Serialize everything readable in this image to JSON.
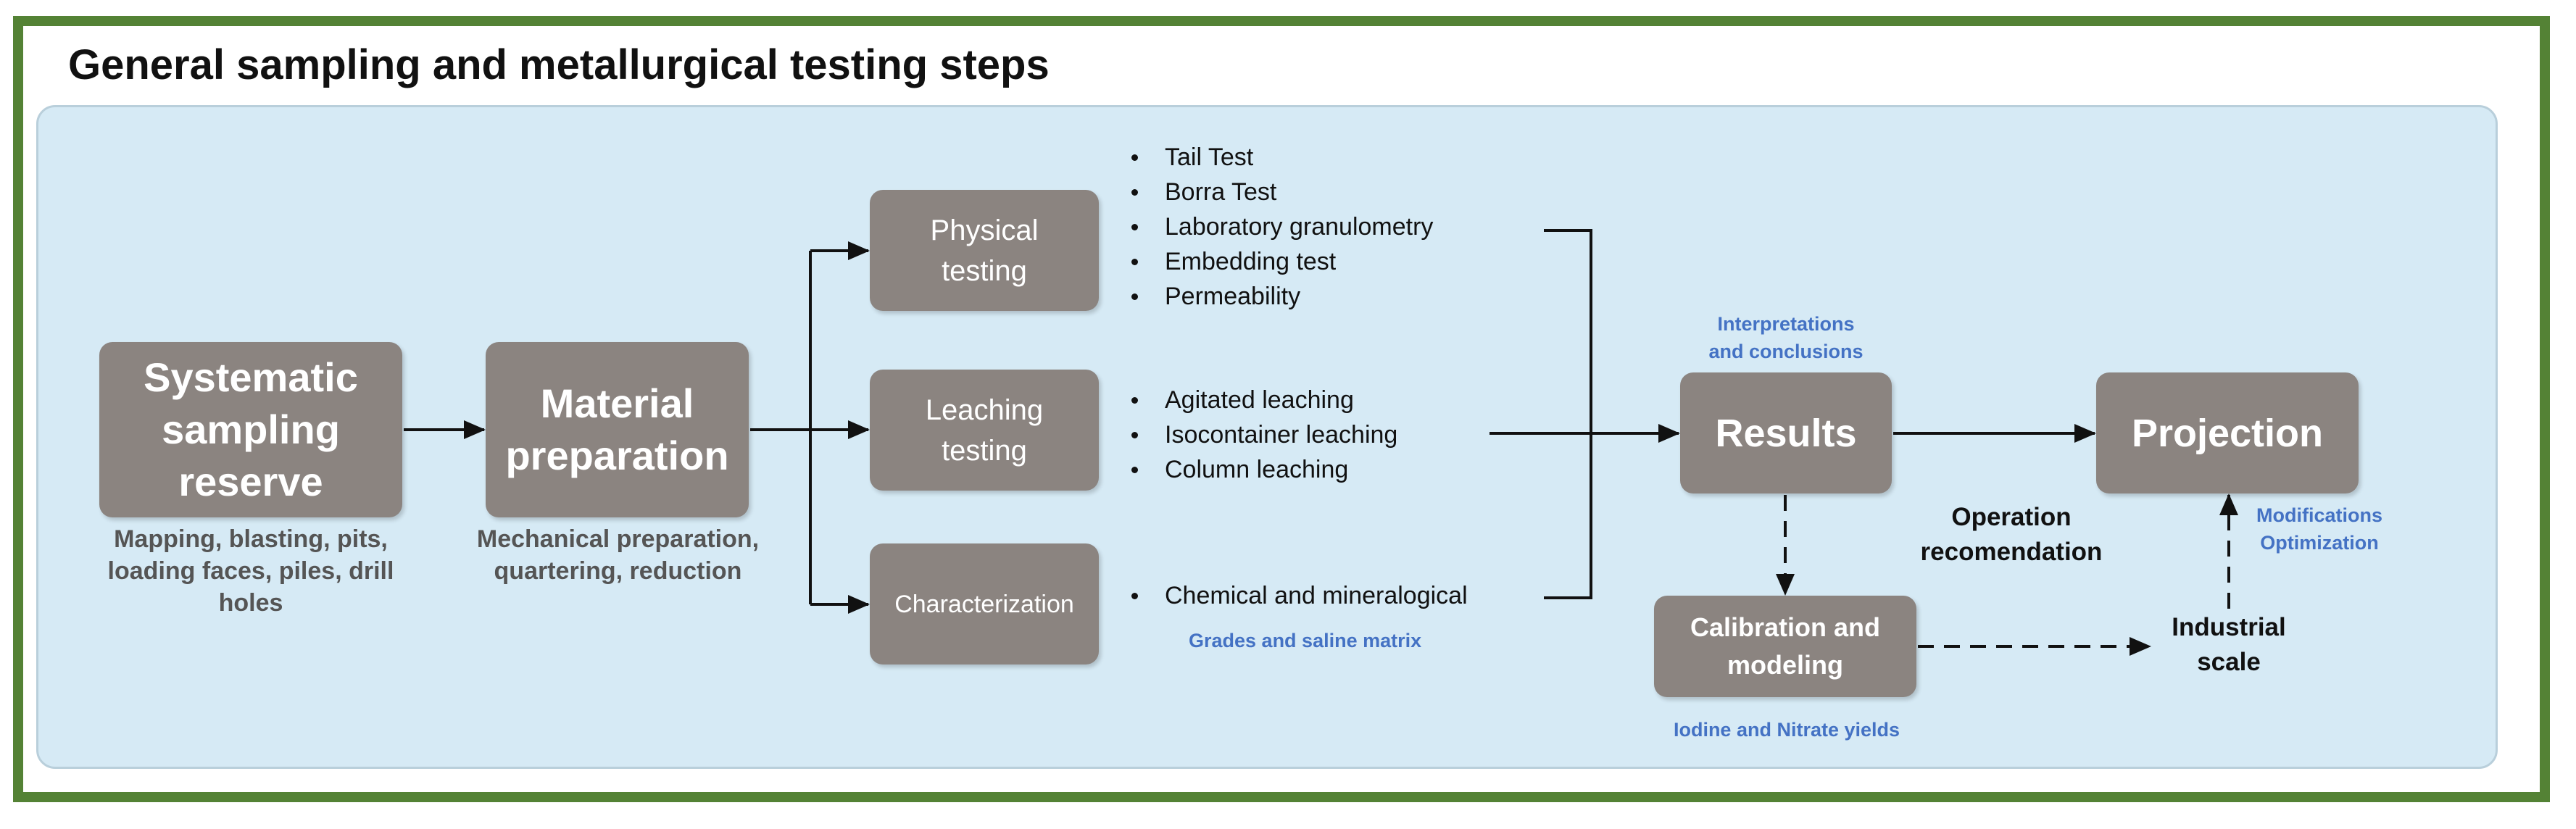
{
  "title": "General sampling and metallurgical testing steps",
  "nodes": {
    "sampling": {
      "label": [
        "Systematic",
        "sampling",
        "reserve"
      ],
      "caption": [
        "Mapping, blasting, pits,",
        "loading faces, piles, drill",
        "holes"
      ]
    },
    "preparation": {
      "label": [
        "Material",
        "preparation"
      ],
      "caption": [
        "Mechanical preparation,",
        "quartering, reduction"
      ]
    },
    "physical": {
      "label": [
        "Physical",
        "testing"
      ],
      "items": [
        "Tail Test",
        "Borra Test",
        "Laboratory granulometry",
        "Embedding test",
        "Permeability"
      ]
    },
    "leaching": {
      "label": [
        "Leaching",
        "testing"
      ],
      "items": [
        "Agitated leaching",
        "Isocontainer leaching",
        "Column leaching"
      ]
    },
    "characterization": {
      "label": [
        "Characterization"
      ],
      "items": [
        "Chemical and mineralogical"
      ],
      "note": "Grades and saline matrix"
    },
    "results": {
      "label": "Results",
      "note": [
        "Interpretations",
        "and conclusions"
      ]
    },
    "projection": {
      "label": "Projection",
      "note": [
        "Modifications",
        "Optimization"
      ]
    },
    "calibration": {
      "label": [
        "Calibration and",
        "modeling"
      ],
      "note": "Iodine and Nitrate yields"
    },
    "operation": [
      "Operation",
      "recomendation"
    ],
    "industrial": [
      "Industrial",
      "scale"
    ]
  },
  "colors": {
    "frame": "#548235",
    "panel": "#d6eaf5",
    "box": "#8b8480",
    "note_blue": "#4472c4"
  }
}
